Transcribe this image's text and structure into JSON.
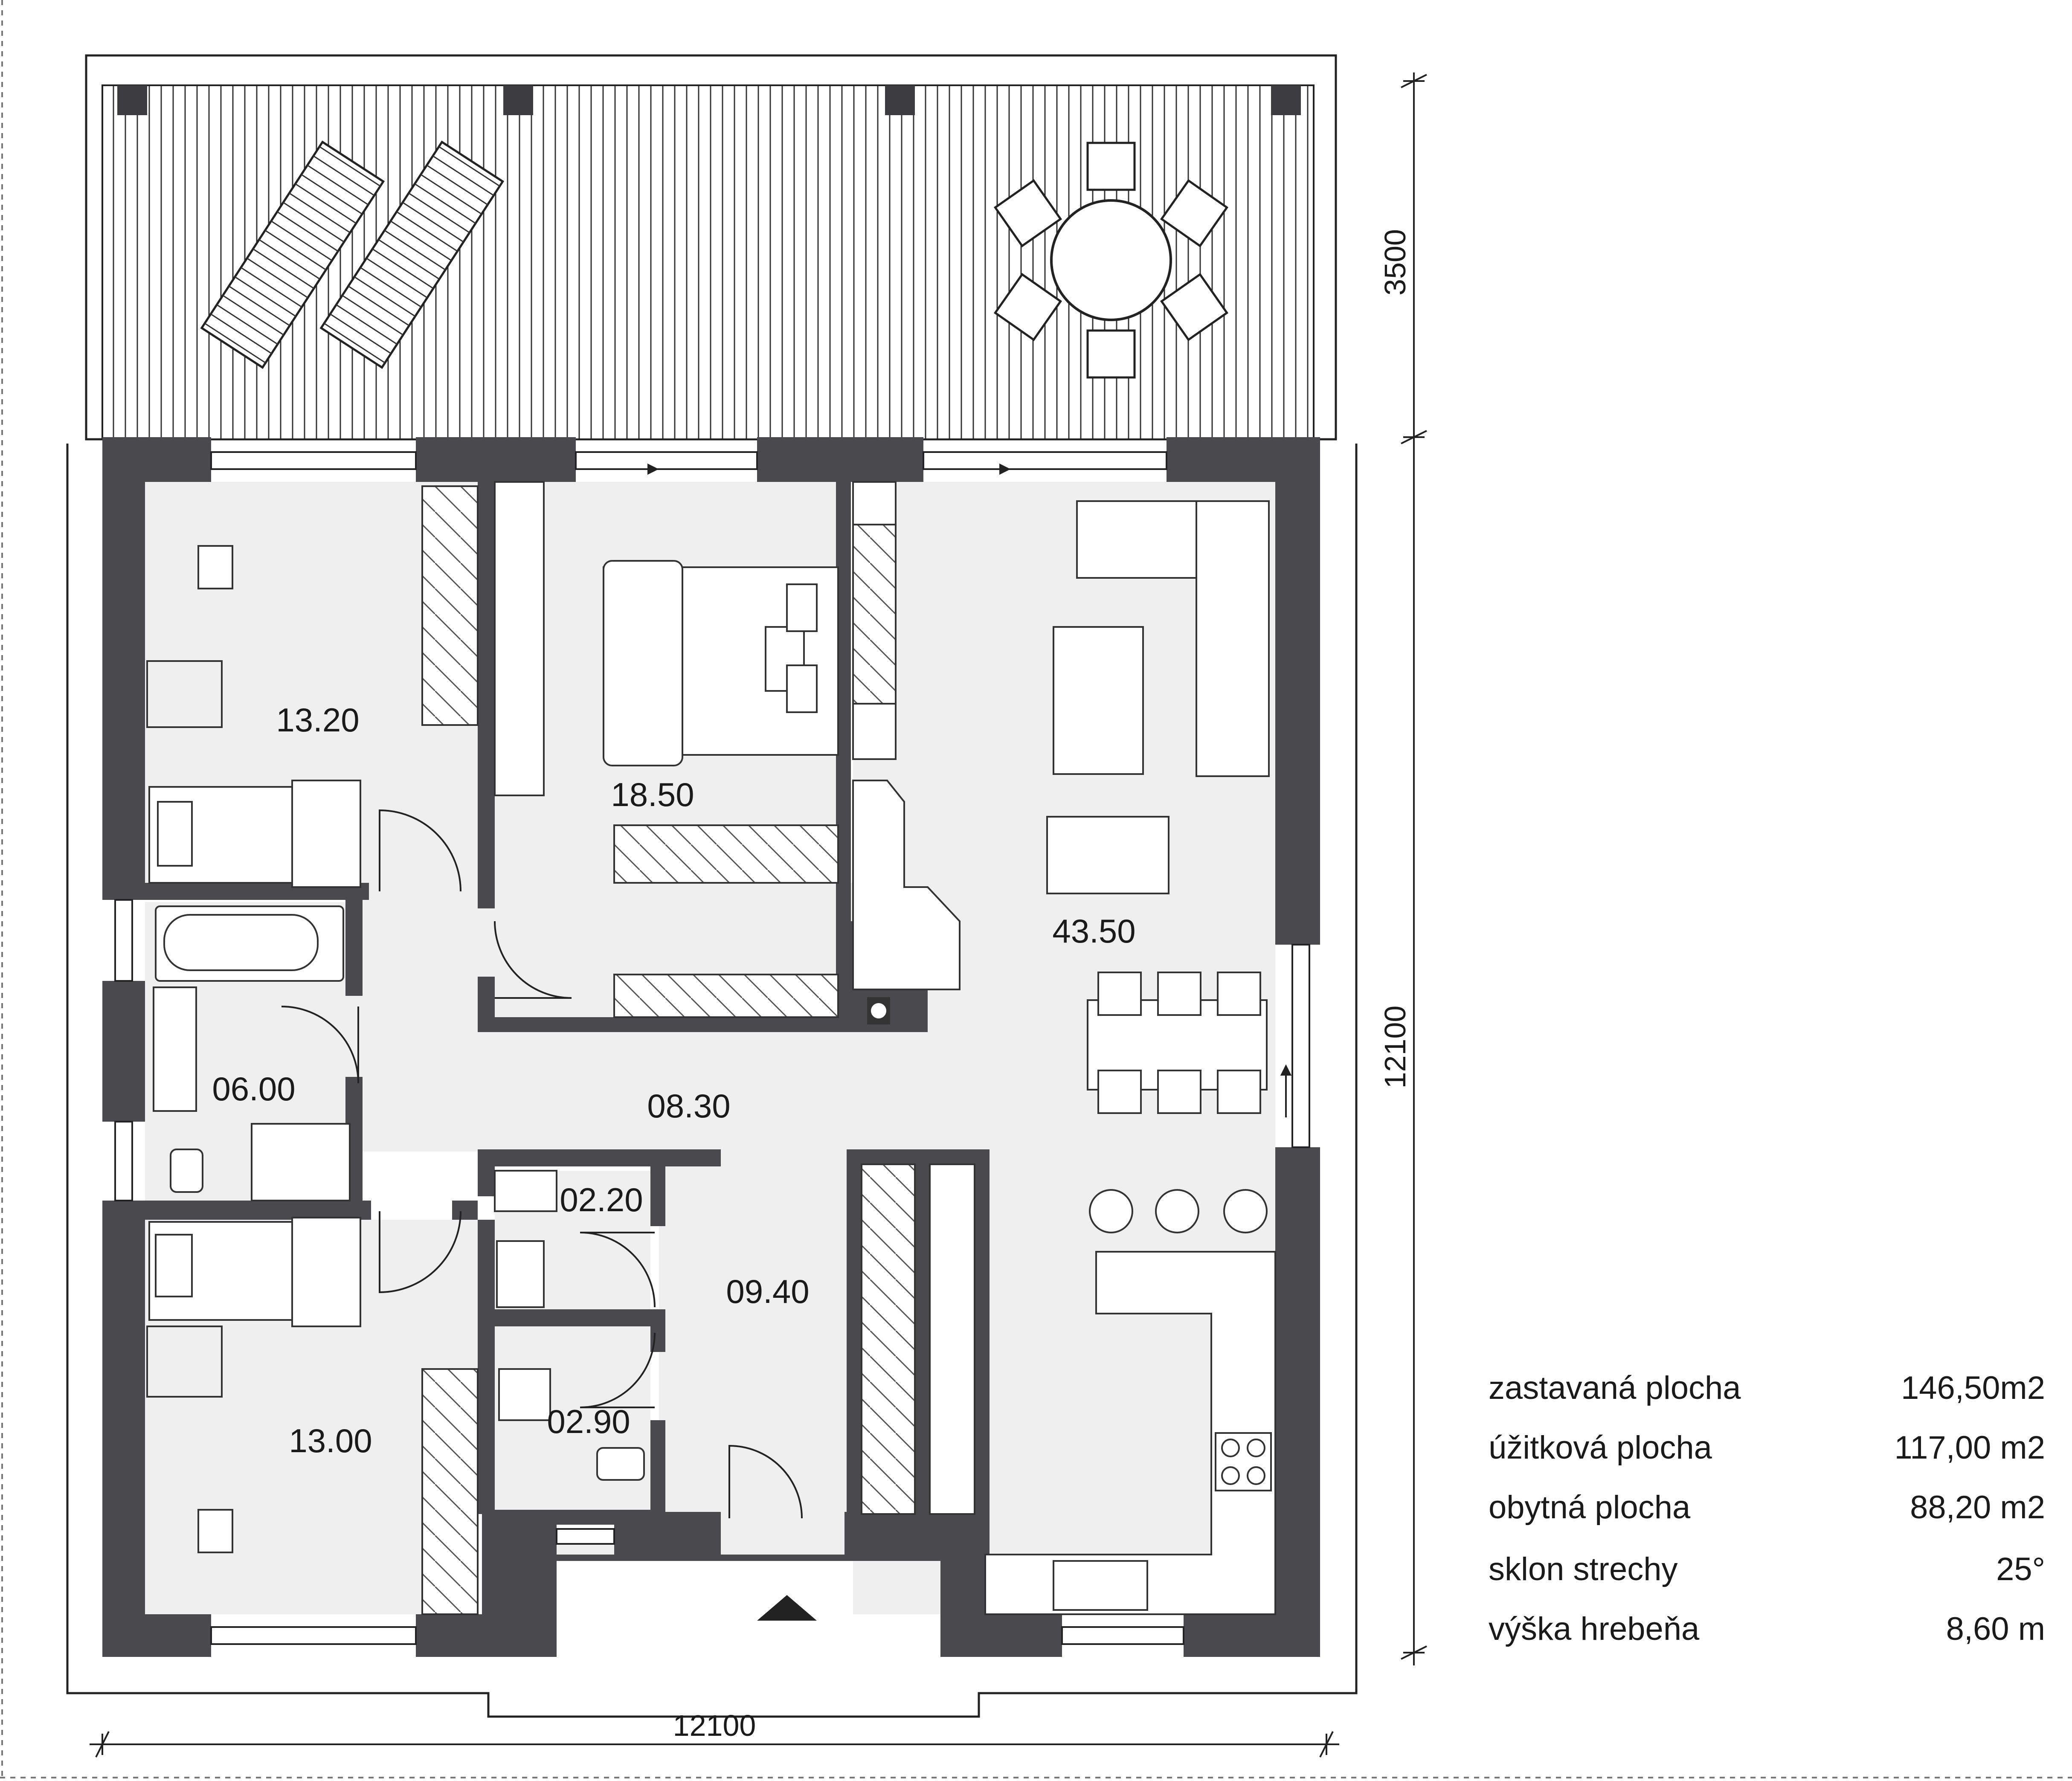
{
  "colors": {
    "wall": "#4a4a4e",
    "floor": "#efefef",
    "line": "#222222",
    "background": "#ffffff"
  },
  "rooms": [
    {
      "id": "bedroom-top-left",
      "label": "13.20"
    },
    {
      "id": "bedroom-master",
      "label": "18.50"
    },
    {
      "id": "living-kitchen",
      "label": "43.50"
    },
    {
      "id": "bathroom",
      "label": "06.00"
    },
    {
      "id": "hallway",
      "label": "08.30"
    },
    {
      "id": "toilet",
      "label": "02.20"
    },
    {
      "id": "entrance-hall",
      "label": "09.40"
    },
    {
      "id": "wc-washroom",
      "label": "02.90"
    },
    {
      "id": "bedroom-bottom-left",
      "label": "13.00"
    }
  ],
  "dimensions": {
    "terrace_depth": "3500",
    "house_depth": "12100",
    "house_width": "12100"
  },
  "info_table": [
    {
      "label": "zastavaná plocha",
      "value": "146,50m2"
    },
    {
      "label": "úžitková plocha",
      "value": "117,00 m2"
    },
    {
      "label": "obytná plocha",
      "value": "88,20 m2"
    },
    {
      "label": "sklon strechy",
      "value": "25°"
    },
    {
      "label": "výška hrebeňa",
      "value": "8,60 m"
    }
  ],
  "icons": [
    "entrance-arrow-icon",
    "sliding-door-arrow-icon"
  ]
}
